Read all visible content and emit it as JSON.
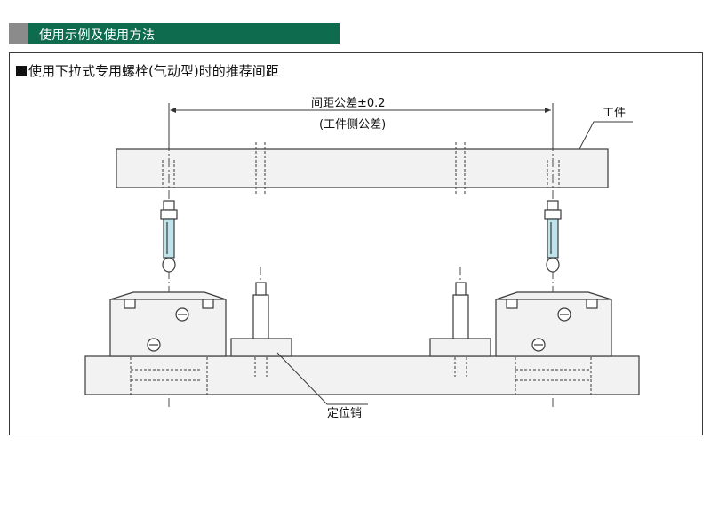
{
  "section": {
    "title": "使用示例及使用方法"
  },
  "panel": {
    "title": "使用下拉式专用螺栓(气动型)时的推荐间距"
  },
  "diagram": {
    "dimension_label": "间距公差±0.2",
    "dimension_note": "(工件侧公差)",
    "workpiece_label": "工件",
    "locating_pin_label": "定位销"
  },
  "colors": {
    "header_green": "#0f6b4e",
    "header_tab_gray": "#8b8b8b",
    "part_fill": "#f2f2f2",
    "bolt_blue": "#bfe3ea",
    "line": "#3a3a3a"
  }
}
